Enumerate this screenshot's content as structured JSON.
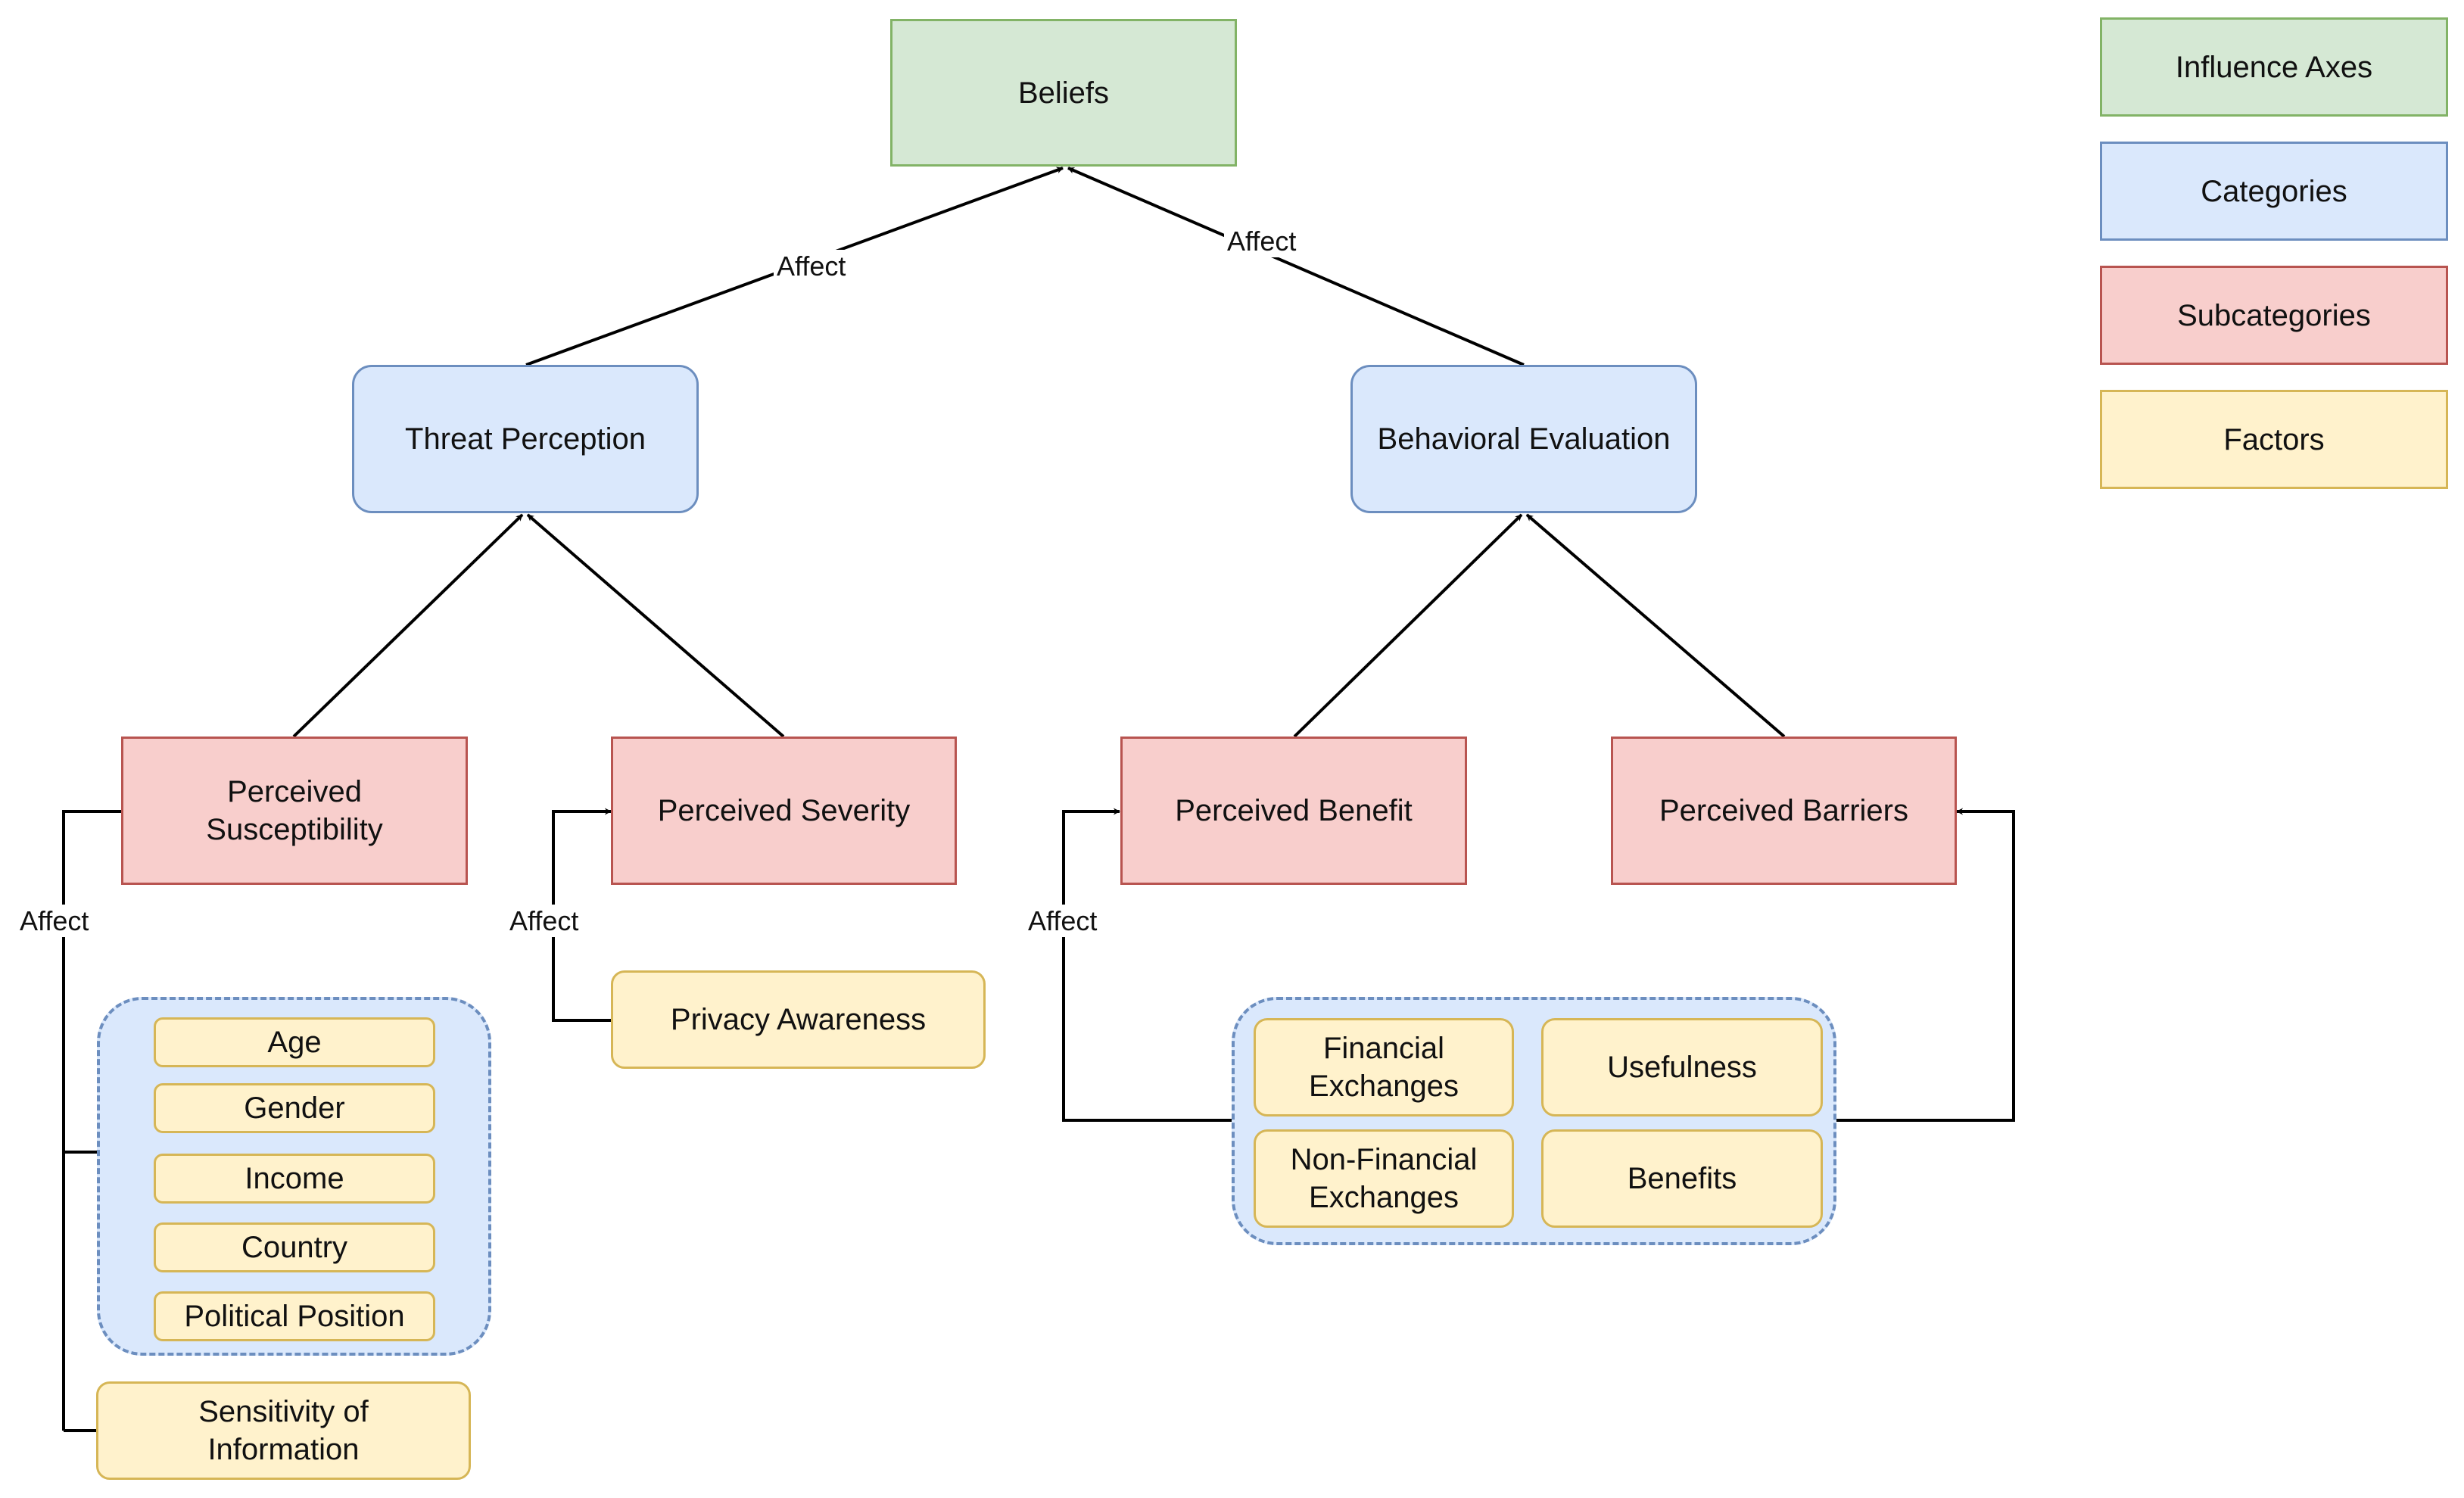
{
  "nodes": {
    "beliefs": "Beliefs",
    "threat_perception": "Threat Perception",
    "behavioral_evaluation": "Behavioral Evaluation",
    "perceived_susceptibility": "Perceived Susceptibility",
    "perceived_severity": "Perceived Severity",
    "perceived_benefit": "Perceived Benefit",
    "perceived_barriers": "Perceived Barriers",
    "privacy_awareness": "Privacy Awareness",
    "sensitivity_of_information": "Sensitivity of Information"
  },
  "demographics": [
    "Age",
    "Gender",
    "Income",
    "Country",
    "Political Position"
  ],
  "exchange_factors": {
    "financial_exchanges": "Financial Exchanges",
    "usefulness": "Usefulness",
    "non_financial_exchanges": "Non-Financial Exchanges",
    "benefits": "Benefits"
  },
  "edge_labels": {
    "threat_to_beliefs": "Affect",
    "behavioral_to_beliefs": "Affect",
    "to_susceptibility": "Affect",
    "to_severity": "Affect",
    "to_benefit": "Affect"
  },
  "legend": {
    "influence_axes": "Influence Axes",
    "categories": "Categories",
    "subcategories": "Subcategories",
    "factors": "Factors"
  },
  "colors": {
    "influence_axes_fill": "#d5e8d4",
    "categories_fill": "#dae8fc",
    "subcategories_fill": "#f8cecc",
    "factors_fill": "#fff2cc"
  }
}
